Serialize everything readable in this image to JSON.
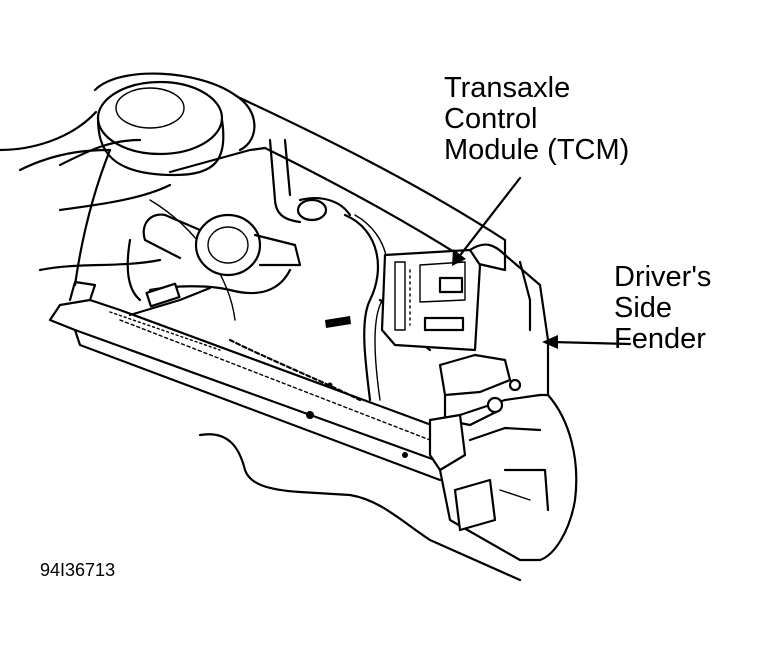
{
  "callouts": {
    "tcm": {
      "lines": [
        "Transaxle",
        "Control",
        "Module (TCM)"
      ]
    },
    "fender": {
      "lines": [
        "Driver's",
        "Side",
        "Fender"
      ]
    }
  },
  "figure_id": "94I36713",
  "colors": {
    "ink": "#000000",
    "paper": "#ffffff"
  }
}
